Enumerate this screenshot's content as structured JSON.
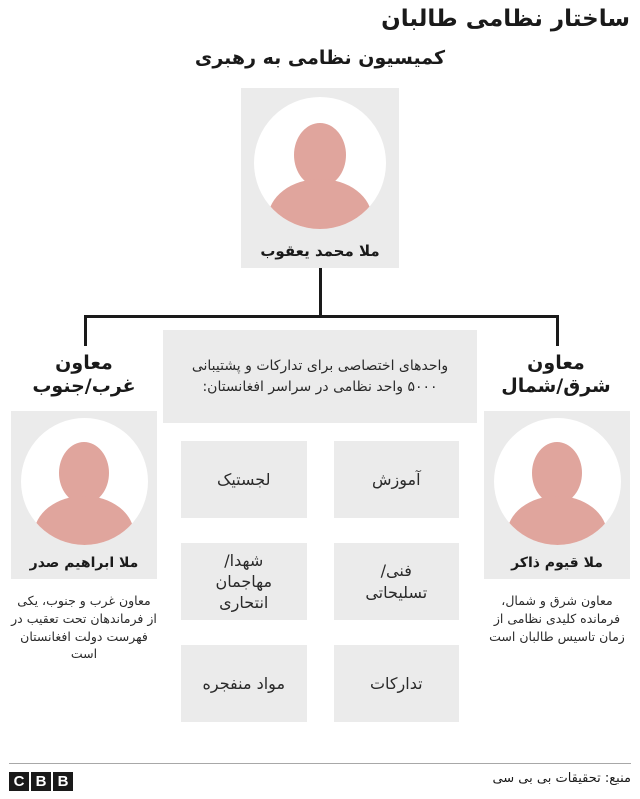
{
  "header": {
    "title": "ساختار نظامی طالبان",
    "subtitle": "کمیسیون نظامی به رهبری"
  },
  "leader": {
    "name": "ملا محمد یعقوب"
  },
  "branches": {
    "left": {
      "label": "معاون\nغرب/جنوب",
      "person_name": "ملا ابراهیم صدر",
      "description": "معاون غرب و جنوب، یکی از فرماندهان تحت تعقیب در فهرست دولت افغانستان است"
    },
    "right": {
      "label": "معاون\nشرق/شمال",
      "person_name": "ملا قیوم ذاکر",
      "description": "معاون شرق و شمال، فرمانده کلیدی نظامی از زمان تاسیس طالبان است"
    }
  },
  "center": {
    "intro": "واحدهای اختصاصی برای تدارکات و پشتیبانی ۵۰۰۰ واحد نظامی در سراسر افغانستان:",
    "units": [
      "آموزش",
      "لجستیک",
      "فنی/\nتسلیحاتی",
      "شهدا/\nمهاجمان\nانتحاری",
      "تدارکات",
      "مواد منفجره"
    ]
  },
  "footer": {
    "source": "منبع: تحقیقات بی بی سی",
    "logo_letters": [
      "B",
      "B",
      "C"
    ]
  },
  "colors": {
    "box_gray": "#ebebeb",
    "avatar_pink": "#e0a59d",
    "line_black": "#1a1a1a",
    "text_dark": "#222222"
  }
}
